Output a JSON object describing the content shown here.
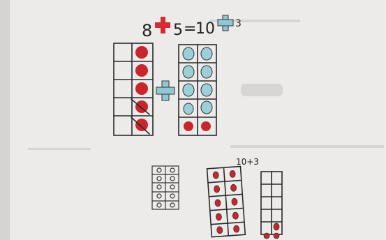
{
  "equation": {
    "left_operand": "8",
    "right_operand": "5",
    "equals": "=",
    "result_base": "10",
    "result_extra": "3"
  },
  "annotation": {
    "sum_label": "10+3"
  },
  "colors": {
    "paper": "#f1efee",
    "red_counter": "#c8262c",
    "blue_counter": "#9ccfd8",
    "red_plus": "#d62b31",
    "blue_plus": "#8fc7d6"
  }
}
